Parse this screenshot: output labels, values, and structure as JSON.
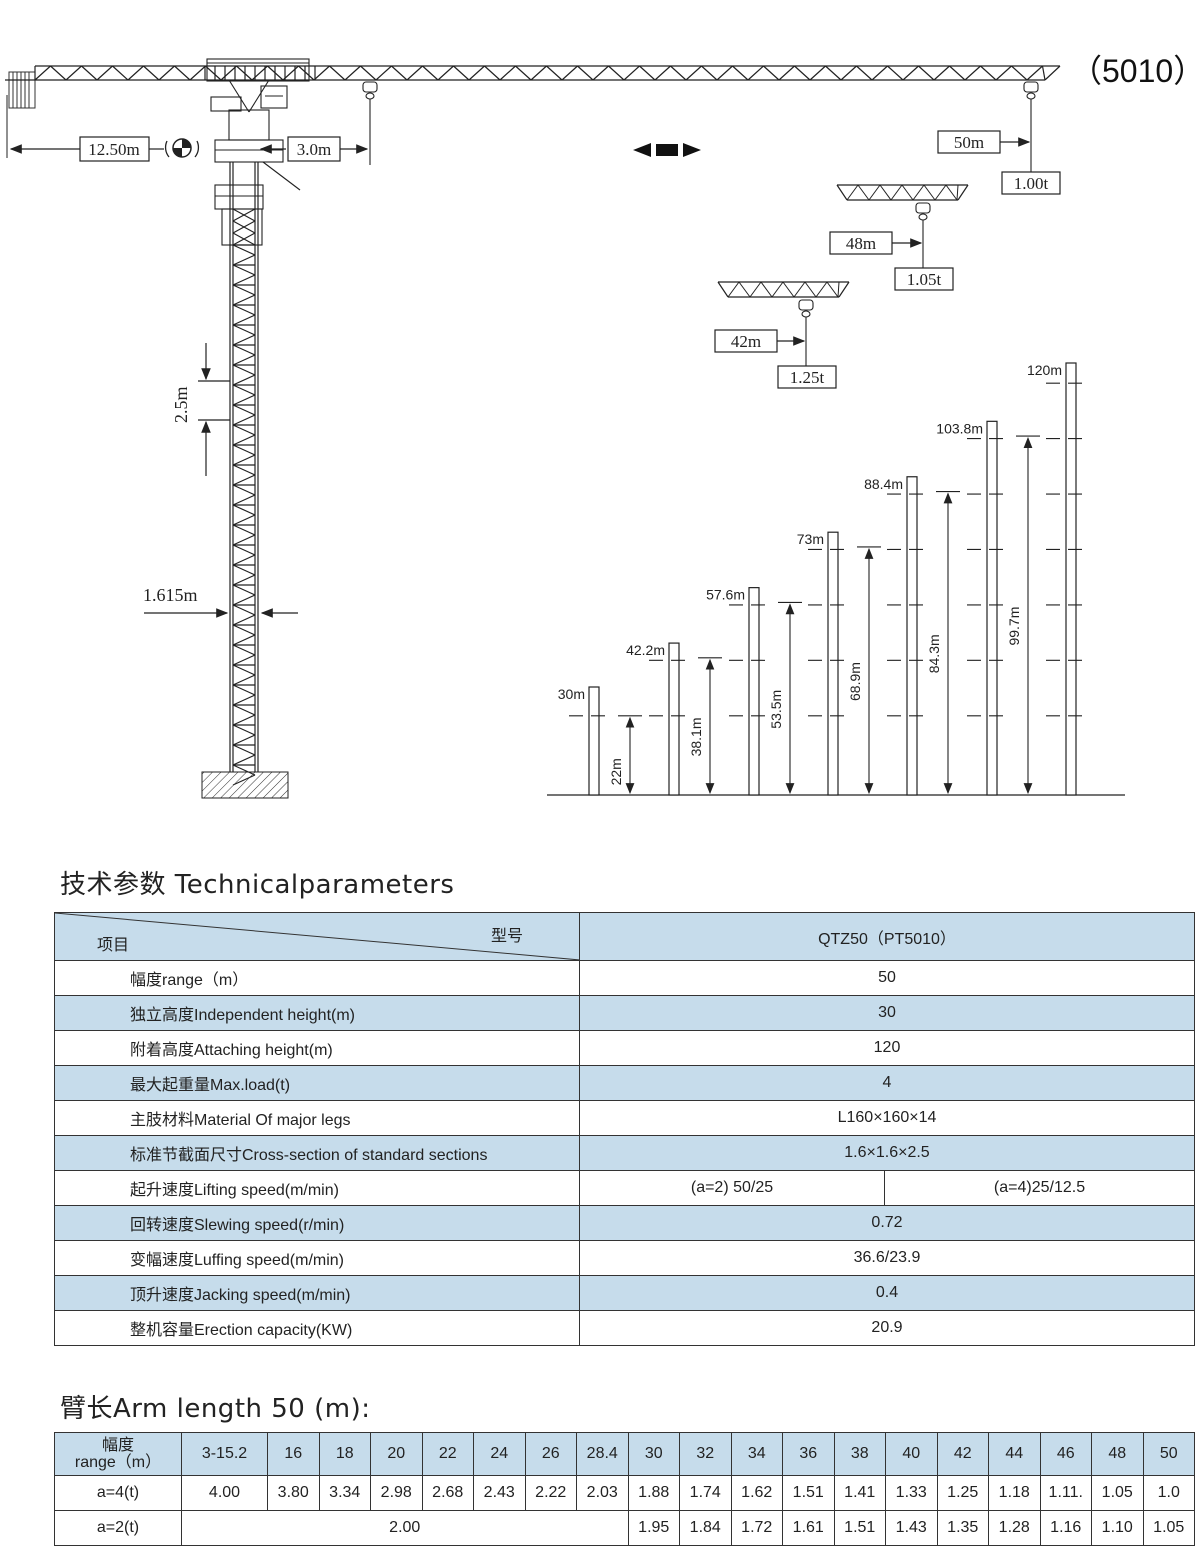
{
  "diagram": {
    "model_code": "（5010）",
    "counter_jib_length": "12.50m",
    "slewing_symbol": "⟳",
    "tower_offset": "3.0m",
    "section_height": "2.5m",
    "tower_width": "1.615m",
    "jib_options": [
      {
        "radius": "50m",
        "load": "1.00t"
      },
      {
        "radius": "48m",
        "load": "1.05t"
      },
      {
        "radius": "42m",
        "load": "1.25t"
      }
    ],
    "height_columns": [
      {
        "total": "30m",
        "anchor": "22m"
      },
      {
        "total": "42.2m",
        "anchor": "38.1m"
      },
      {
        "total": "57.6m",
        "anchor": "53.5m"
      },
      {
        "total": "73m",
        "anchor": "68.9m"
      },
      {
        "total": "88.4m",
        "anchor": "84.3m"
      },
      {
        "total": "103.8m",
        "anchor": "99.7m"
      },
      {
        "total": "120m",
        "anchor": ""
      }
    ]
  },
  "tech_heading": "技术参数 Technicalparameters",
  "tech_table": {
    "header_item": "项目",
    "header_model_label": "型号",
    "header_model_value": "QTZ50（PT5010）",
    "rows": [
      {
        "label": "幅度range（m）",
        "value": "50"
      },
      {
        "label": "独立高度Independent height(m)",
        "value": "30"
      },
      {
        "label": "附着高度Attaching height(m)",
        "value": "120"
      },
      {
        "label": "最大起重量Max.load(t)",
        "value": "4"
      },
      {
        "label": "主肢材料Material Of major legs",
        "value": "L160×160×14"
      },
      {
        "label": "标准节截面尺寸Cross-section of standard sections",
        "value": "1.6×1.6×2.5"
      },
      {
        "label": "起升速度Lifting speed(m/min)",
        "value_a": "(a=2) 50/25",
        "value_b": "(a=4)25/12.5"
      },
      {
        "label": "回转速度Slewing speed(r/min)",
        "value": "0.72"
      },
      {
        "label": "变幅速度Luffing speed(m/min)",
        "value": "36.6/23.9"
      },
      {
        "label": "顶升速度Jacking speed(m/min)",
        "value": "0.4"
      },
      {
        "label": "整机容量Erection capacity(KW)",
        "value": "20.9"
      }
    ]
  },
  "arm_heading": "臂长Arm length 50 (m):",
  "load_table": {
    "range_label_cn": "幅度",
    "range_label_en": "range（m）",
    "ranges": [
      "3-15.2",
      "16",
      "18",
      "20",
      "22",
      "24",
      "26",
      "28.4",
      "30",
      "32",
      "34",
      "36",
      "38",
      "40",
      "42",
      "44",
      "46",
      "48",
      "50"
    ],
    "a4_label": "a=4(t)",
    "a4_values": [
      "4.00",
      "3.80",
      "3.34",
      "2.98",
      "2.68",
      "2.43",
      "2.22",
      "2.03",
      "1.88",
      "1.74",
      "1.62",
      "1.51",
      "1.41",
      "1.33",
      "1.25",
      "1.18",
      "1.11.",
      "1.05",
      "1.0"
    ],
    "a2_label": "a=2(t)",
    "a2_flat": "2.00",
    "a2_values": [
      "1.95",
      "1.84",
      "1.72",
      "1.61",
      "1.51",
      "1.43",
      "1.35",
      "1.28",
      "1.16",
      "1.10",
      "1.05"
    ]
  }
}
